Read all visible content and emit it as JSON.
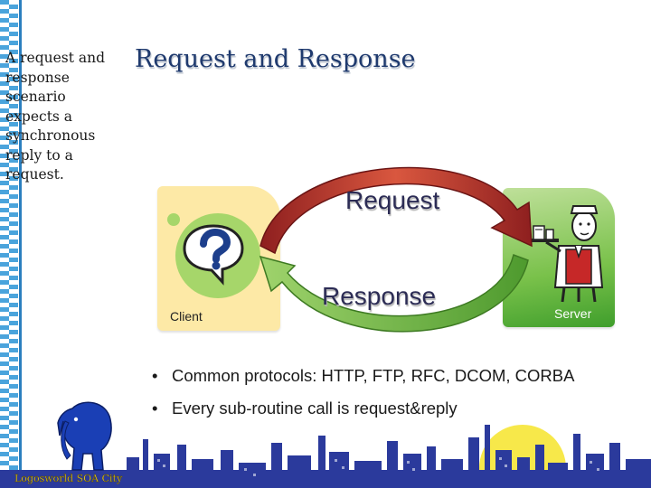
{
  "slide": {
    "title": "Request and Response",
    "side_note": "A request and response scenario expects a synchronous reply to a request."
  },
  "diagram": {
    "client_label": "Client",
    "server_label": "Server",
    "request_label": "Request",
    "response_label": "Response",
    "client_icon": "question-speech-bubble-icon",
    "server_icon": "waiter-serving-tray-icon"
  },
  "bullets": [
    "Common protocols: HTTP, FTP, RFC, DCOM, CORBA",
    "Every sub-routine call is request&reply"
  ],
  "footer": {
    "brand": "Logosworld SOA City",
    "logo_icon": "blue-elephant-icon"
  },
  "colors": {
    "title": "#1f3a6e",
    "strip": "#4aa4dc",
    "client_card": "#fde9a6",
    "server_card": "#79c14a",
    "request_arrow": "#c0392b",
    "response_arrow": "#6ab04c",
    "skyline": "#2b3a9c",
    "sun": "#f7e84a"
  }
}
